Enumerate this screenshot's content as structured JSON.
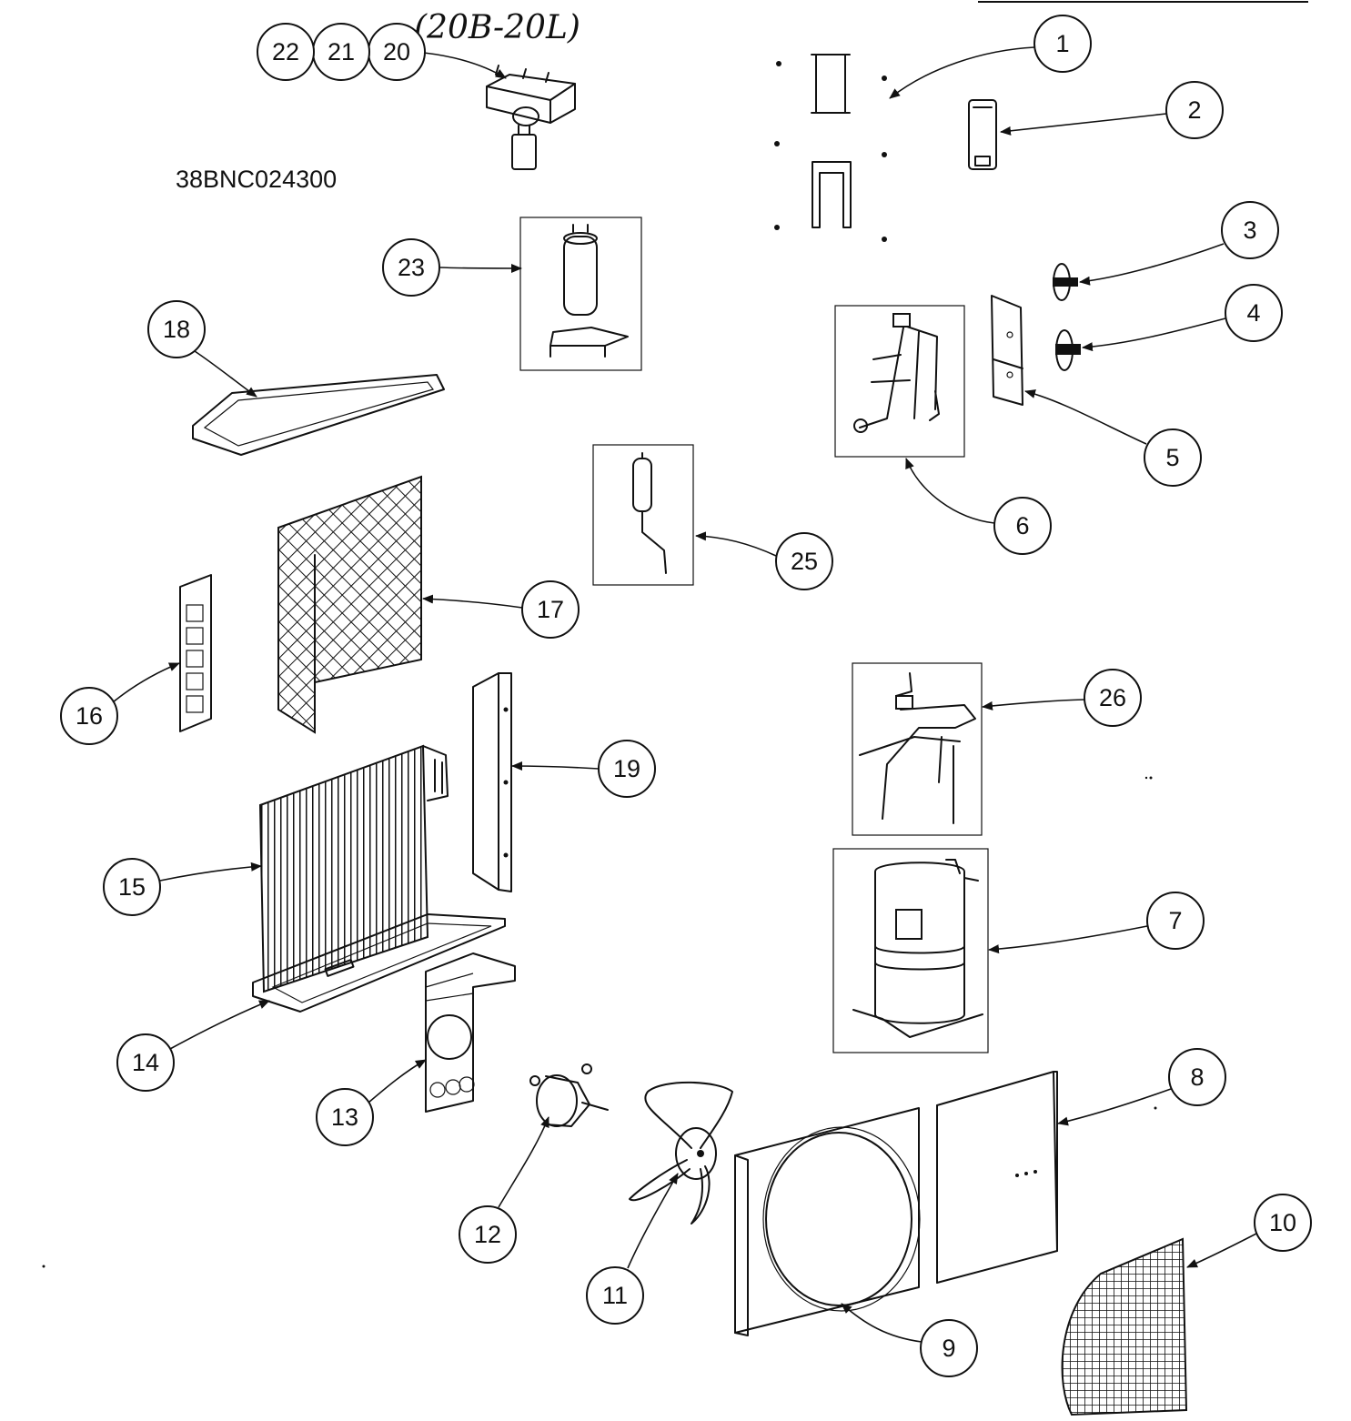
{
  "model_number": "38BNC024300",
  "handwritten_note": "(20B-20L)",
  "callouts": [
    "1",
    "2",
    "3",
    "4",
    "5",
    "6",
    "7",
    "8",
    "9",
    "10",
    "11",
    "12",
    "13",
    "14",
    "15",
    "16",
    "17",
    "18",
    "19",
    "20",
    "21",
    "22",
    "23",
    "25",
    "26"
  ]
}
